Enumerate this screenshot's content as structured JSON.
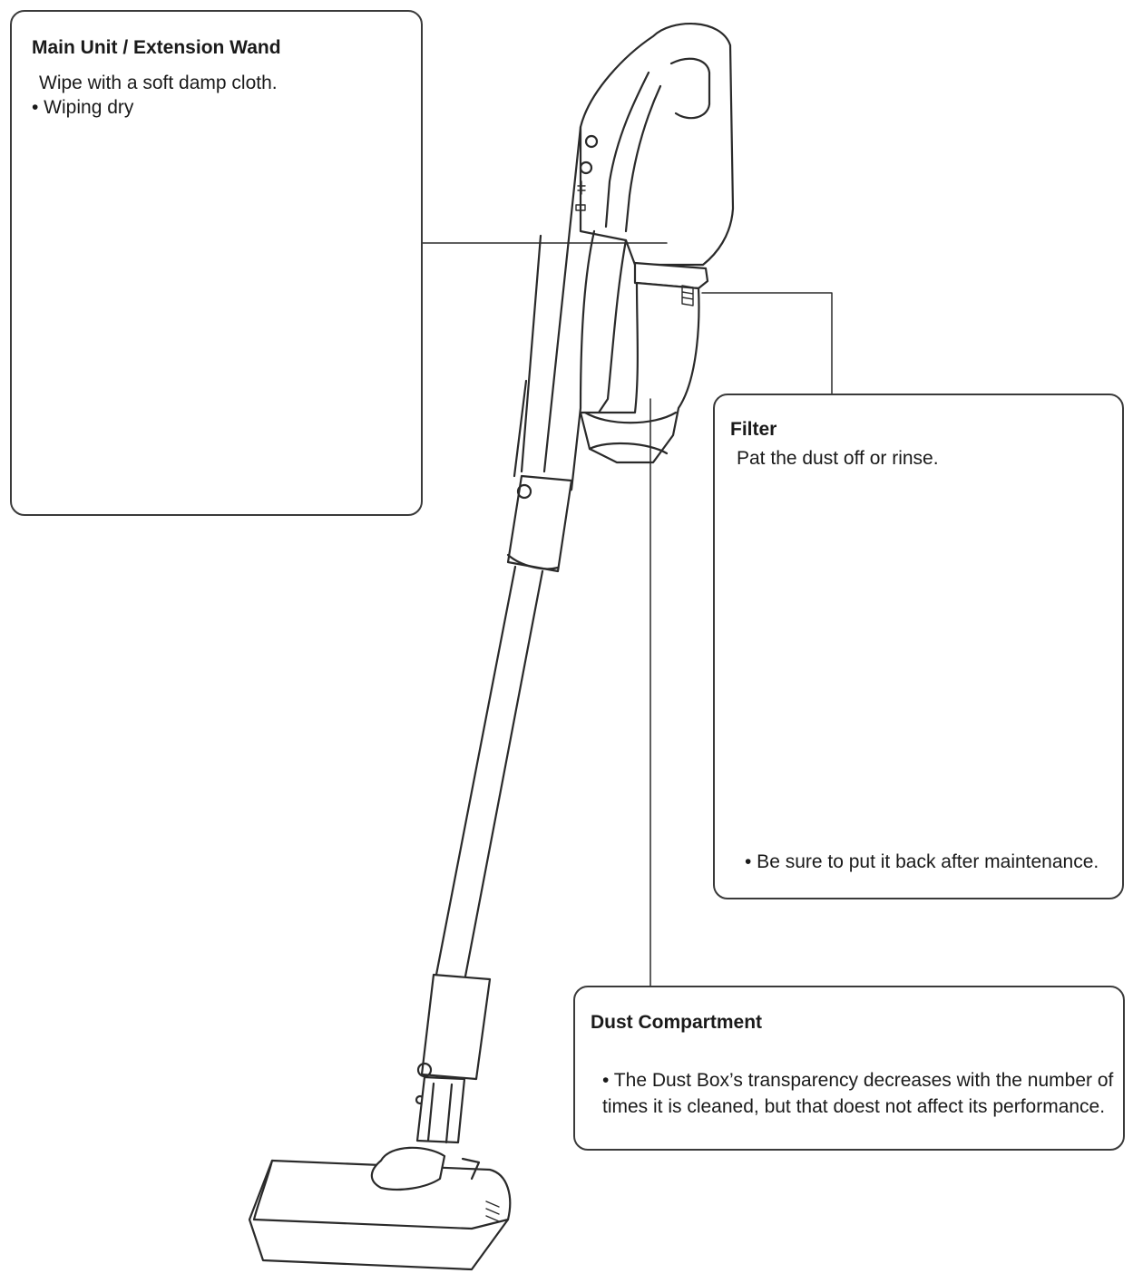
{
  "callouts": {
    "main_unit": {
      "title": "Main Unit / Extension Wand",
      "instruction": "Wipe with a soft damp cloth.",
      "bullet": "• Wiping dry"
    },
    "filter": {
      "title": "Filter",
      "instruction": "Pat the dust off or rinse.",
      "note": "• Be sure to put it back after maintenance."
    },
    "dust_compartment": {
      "title": "Dust Compartment",
      "note": "• The Dust Box’s transparency decreases with the number of times it is cleaned, but that doest not affect its performance."
    }
  },
  "colors": {
    "line": "#2a2a2a",
    "fill": "#ffffff",
    "shade": "#e8e8e8"
  }
}
